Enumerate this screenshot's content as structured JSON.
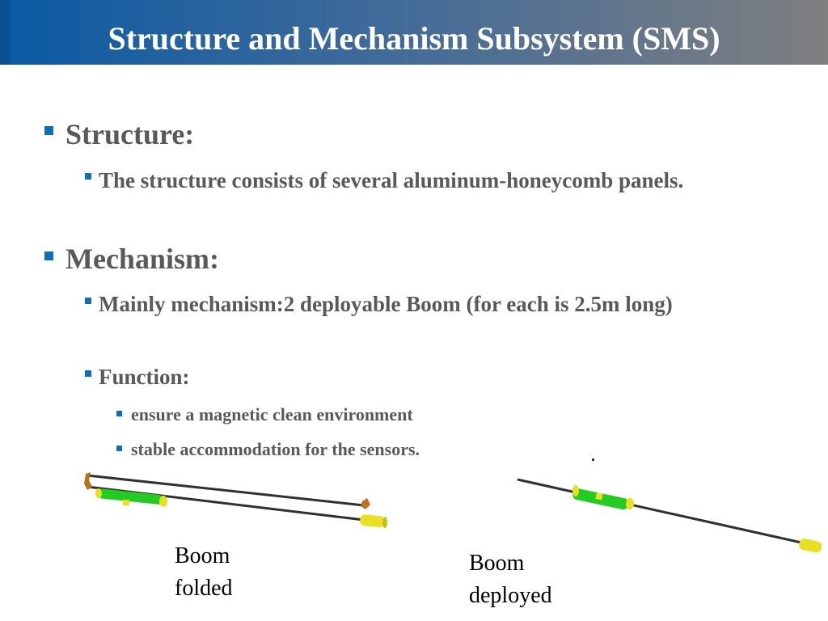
{
  "header": {
    "title": "Structure and Mechanism Subsystem (SMS)"
  },
  "bullets": {
    "structure": {
      "heading": "Structure:",
      "detail": "The structure consists of several aluminum-honeycomb panels."
    },
    "mechanism": {
      "heading": "Mechanism:",
      "main": "Mainly mechanism:2 deployable Boom (for each is 2.5m long)",
      "function": "Function:",
      "functions": [
        "ensure a magnetic clean environment",
        "stable accommodation for the sensors."
      ]
    }
  },
  "figures": {
    "folded_caption_line1": "Boom",
    "folded_caption_line2": "folded",
    "deployed_caption_line1": "Boom",
    "deployed_caption_line2": "deployed"
  },
  "colors": {
    "bullet": "#0d6fba",
    "body_text": "#595959",
    "boom_green": "#22cc22",
    "boom_yellow": "#e8e020"
  }
}
